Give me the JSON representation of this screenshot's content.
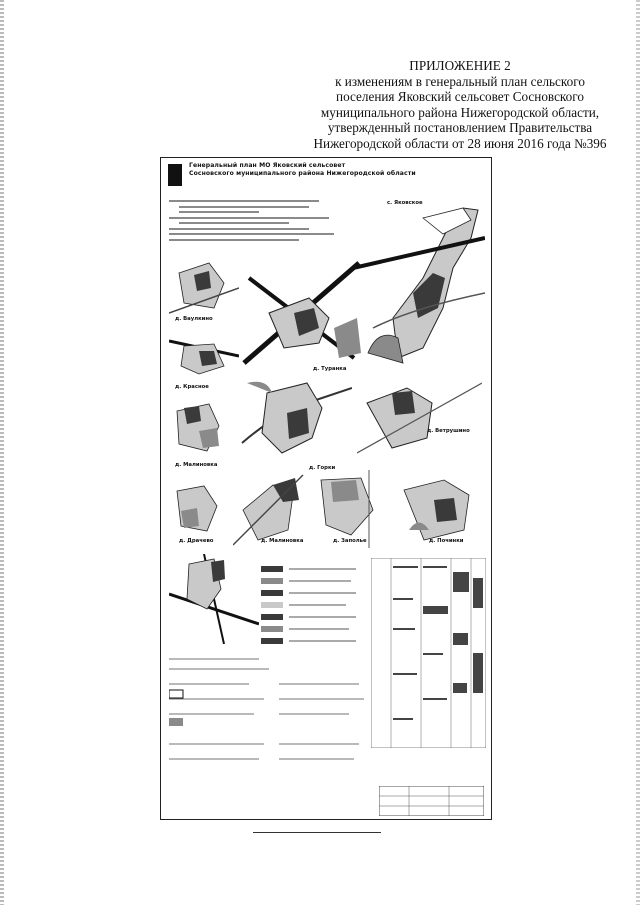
{
  "appendix": {
    "lines": [
      "ПРИЛОЖЕНИЕ 2",
      "к изменениям в генеральный план сельского",
      "поселения Яковский сельсовет Сосновского",
      "муниципального района Нижегородской области,",
      "утвержденный постановлением Правительства",
      "Нижегородской области от 28 июня 2016 года №396"
    ]
  },
  "map_sheet": {
    "title_line1": "Генеральный план МО Яковский сельсовет",
    "title_line2": "Сосновского муниципального района Нижегородской области",
    "villages": {
      "yakovskoe": "с. Яковское",
      "krasnoe": "д. Красное",
      "turanka": "д. Туранка",
      "vaulkino": "д. Ваулкино",
      "gorki": "д. Горки",
      "vetrushino": "д. Ветрушино",
      "drachevo": "д. Драчево",
      "malinovka": "д. Малиновка",
      "zapolye": "д. Заполье",
      "pochinki": "д. Починки"
    }
  },
  "colors": {
    "ink": "#111111",
    "paper": "#ffffff",
    "zone_gray": "#8a8a8a",
    "zone_light": "#c9c9c9",
    "zone_dark": "#3a3a3a"
  }
}
